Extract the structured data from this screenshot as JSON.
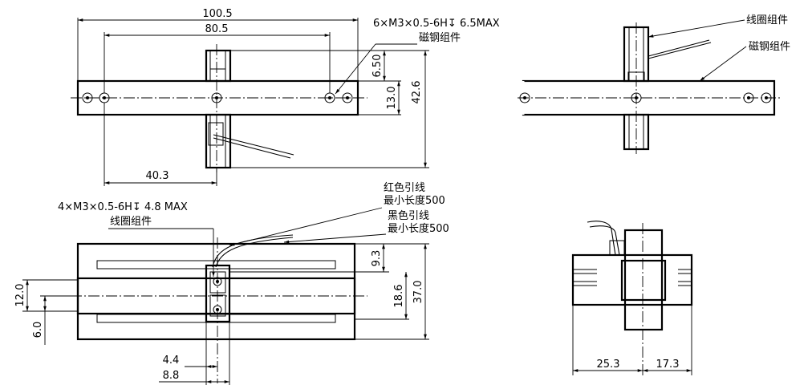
{
  "top_view": {
    "dim_total_length": "100.5",
    "dim_hole_pitch": "80.5",
    "dim_offset": "40.3",
    "dim_6_50": "6.50",
    "dim_13_0": "13.0",
    "dim_42_6": "42.6",
    "thread_note": "6×M3×0.5-6H↧ 6.5MAX",
    "magnet_label": "磁钢组件"
  },
  "side_view": {
    "coil_label": "线圈组件",
    "magnet_label": "磁钢组件"
  },
  "bottom_view": {
    "thread_note": "4×M3×0.5-6H↧ 4.8 MAX",
    "coil_label": "线圈组件",
    "red_wire_label": "红色引线",
    "red_wire_min": "最小长度500",
    "black_wire_label": "黑色引线",
    "black_wire_min": "最小长度500",
    "dim_9_3": "9.3",
    "dim_18_6": "18.6",
    "dim_37_0": "37.0",
    "dim_12_0": "12.0",
    "dim_6_0": "6.0",
    "dim_4_4": "4.4",
    "dim_8_8": "8.8"
  },
  "end_view": {
    "dim_25_3": "25.3",
    "dim_17_3": "17.3"
  }
}
